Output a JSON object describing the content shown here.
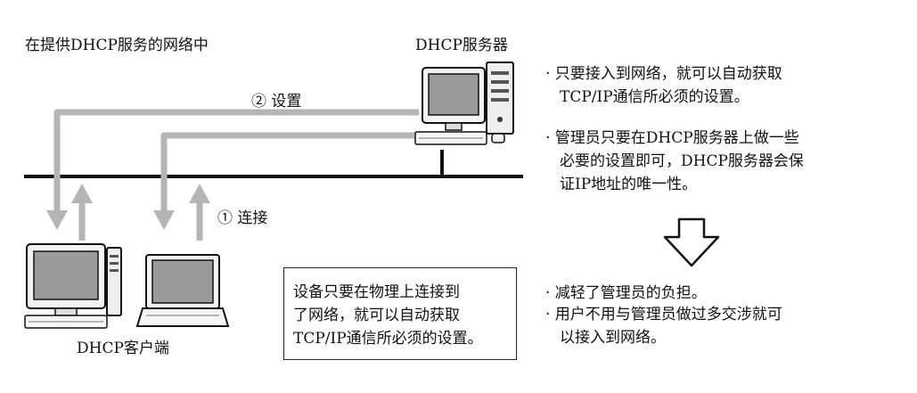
{
  "title": "在提供DHCP服务的网络中",
  "server_label": "DHCP服务器",
  "client_label": "DHCP客户端",
  "step_setting": "② 设置",
  "step_connect": "① 连接",
  "note_box": [
    "设备只要在物理上连接到",
    "了网络，就可以自动获取",
    "TCP/IP通信所必须的设置。"
  ],
  "points_top": [
    [
      "· 只要接入到网络，就可以自动获取",
      "TCP/IP通信所必须的设置。"
    ],
    [
      "· 管理员只要在DHCP服务器上做一些",
      "必要的设置即可，DHCP服务器会保",
      "证IP地址的唯一性。"
    ]
  ],
  "points_bottom": [
    [
      "· 减轻了管理员的负担。"
    ],
    [
      "· 用户不用与管理员做过多交涉就可",
      "以接入到网络。"
    ]
  ],
  "colors": {
    "line": "#111111",
    "arrow": "#b5b5b5",
    "screen": "#9a9a9a"
  }
}
